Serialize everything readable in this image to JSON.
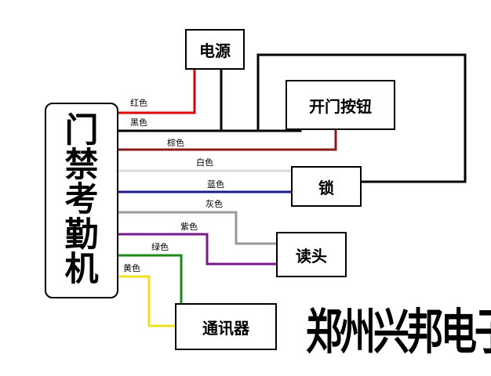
{
  "main_box": {
    "chars": [
      "门",
      "禁",
      "考",
      "勤",
      "机"
    ]
  },
  "devices": {
    "power": "电源",
    "door_button": "开门按钮",
    "lock": "锁",
    "reader": "读头",
    "communicator": "通讯器"
  },
  "wires": {
    "red": "红色",
    "black": "黑色",
    "brown": "棕色",
    "white": "白色",
    "blue": "蓝色",
    "gray": "灰色",
    "purple": "紫色",
    "green": "绿色",
    "yellow": "黄色"
  },
  "wire_colors": {
    "red": "#e00000",
    "black": "#000000",
    "brown": "#8b1a1a",
    "white": "#dcdcdc",
    "blue": "#1c1c8c",
    "gray": "#9a9a9a",
    "purple": "#7a1a8a",
    "green": "#1a8a1a",
    "yellow": "#f0e020"
  },
  "brand_text": "郑州兴邦电子"
}
